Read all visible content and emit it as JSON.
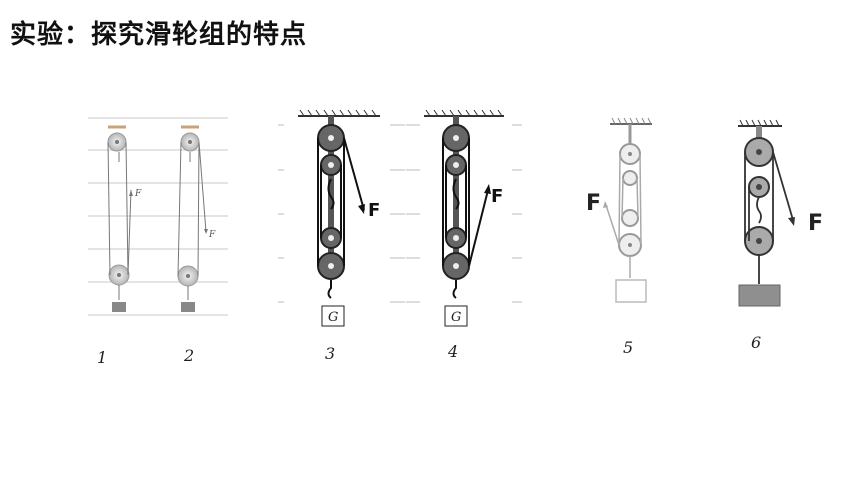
{
  "title": "实验：探究滑轮组的特点",
  "figures": [
    {
      "number": "1",
      "force_label": "F",
      "weight_label": ""
    },
    {
      "number": "2",
      "force_label": "F",
      "weight_label": ""
    },
    {
      "number": "3",
      "force_label": "F",
      "weight_label": "G"
    },
    {
      "number": "4",
      "force_label": "F",
      "weight_label": "G"
    },
    {
      "number": "5",
      "force_label": "F",
      "weight_label": ""
    },
    {
      "number": "6",
      "force_label": "F",
      "weight_label": ""
    }
  ]
}
